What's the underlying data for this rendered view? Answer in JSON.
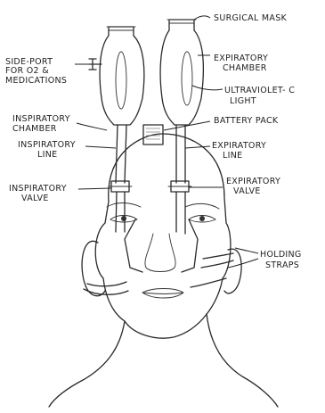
{
  "labels": {
    "surgical_mask": "SURGICAL MASK",
    "side_port": [
      "SIDE-PORT",
      "FOR O2 &",
      "MEDICATIONS"
    ],
    "expiratory_chamber": [
      "EXPIRATORY",
      "CHAMBER"
    ],
    "uv_light": [
      "ULTRAVIOLET- C",
      "LIGHT"
    ],
    "inspiratory_chamber": [
      "INSPIRATORY",
      "CHAMBER"
    ],
    "battery_pack": "BATTERY PACK",
    "inspiratory_line": [
      "INSPIRATORY",
      "LINE"
    ],
    "expiratory_line": [
      "EXPIRATORY",
      "LINE"
    ],
    "inspiratory_valve": [
      "INSPIRATORY",
      "VALVE"
    ],
    "expiratory_valve": [
      "EXPIRATORY",
      "VALVE"
    ],
    "holding_straps": [
      "HOLDING",
      "STRAPS"
    ]
  }
}
